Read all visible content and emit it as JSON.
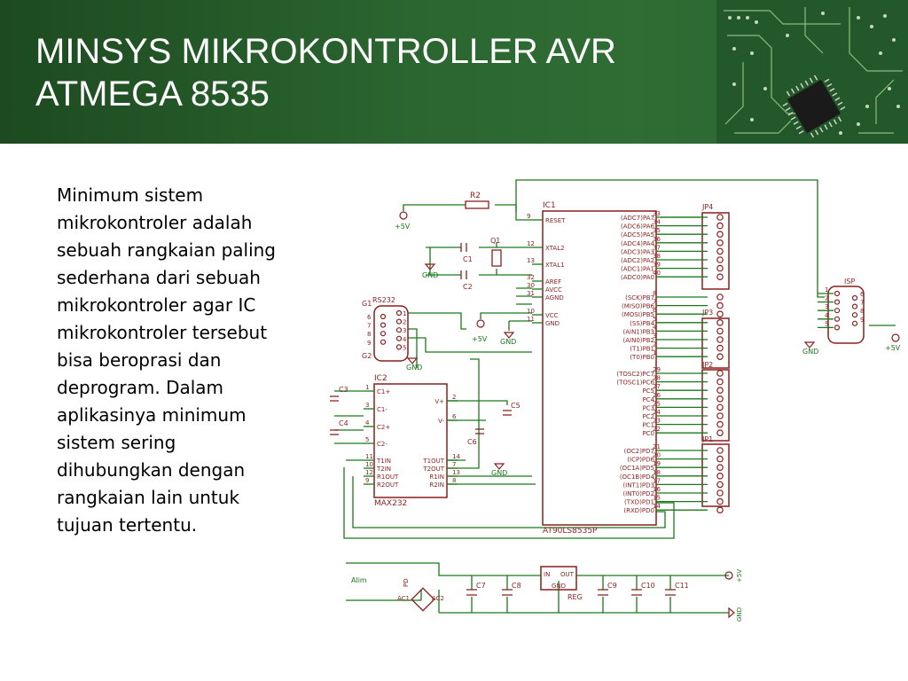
{
  "slide": {
    "title_line1": "MINSYS MIKROKONTROLLER AVR",
    "title_line2": "ATMEGA 8535",
    "body_text": "Minimum sistem mikrokontroler adalah sebuah rangkaian paling sederhana dari sebuah mikrokontroler agar IC mikrokontroler tersebut bisa beroprasi dan deprogram. Dalam aplikasinya minimum sistem sering dihubungkan dengan rangkaian lain untuk tujuan tertentu.",
    "header_color": "#2b6530",
    "wire_color": "#1a7a1a",
    "part_color": "#8a1e1e"
  },
  "schematic": {
    "ic1": {
      "name": "IC1",
      "part": "AT90LS8535P"
    },
    "ic2": {
      "name": "IC2",
      "part": "MAX232"
    },
    "connectors": {
      "jp4": "JP4",
      "jp3": "JP3",
      "jp2": "JP2",
      "jp1": "JP1",
      "isp": "ISP",
      "rs232": "RS232",
      "alim": "Alim"
    },
    "ic1_left_pins": [
      {
        "num": "9",
        "label": "RESET"
      },
      {
        "num": "12",
        "label": "XTAL2"
      },
      {
        "num": "13",
        "label": "XTAL1"
      },
      {
        "num": "32",
        "label": "AREF"
      },
      {
        "num": "30",
        "label": "AVCC"
      },
      {
        "num": "31",
        "label": "AGND"
      },
      {
        "num": "10",
        "label": "VCC"
      },
      {
        "num": "11",
        "label": "GND"
      }
    ],
    "port_a": [
      {
        "label": "(ADC7)PA7",
        "num": "33"
      },
      {
        "label": "(ADC6)PA6",
        "num": "34"
      },
      {
        "label": "(ADC5)PA5",
        "num": "35"
      },
      {
        "label": "(ADC4)PA4",
        "num": "36"
      },
      {
        "label": "(ADC3)PA3",
        "num": "37"
      },
      {
        "label": "(ADC2)PA2",
        "num": "38"
      },
      {
        "label": "(ADC1)PA1",
        "num": "39"
      },
      {
        "label": "(ADC0)PA0",
        "num": "40"
      }
    ],
    "port_b": [
      {
        "label": "(SCK)PB7",
        "num": "8"
      },
      {
        "label": "(MISO)PB6",
        "num": "7"
      },
      {
        "label": "(MOSI)PB5",
        "num": "6"
      },
      {
        "label": "(SS)PB4",
        "num": "5"
      },
      {
        "label": "(AIN1)PB3",
        "num": "4"
      },
      {
        "label": "(AIN0)PB2",
        "num": "3"
      },
      {
        "label": "(T1)PB1",
        "num": "2"
      },
      {
        "label": "(T0)PB0",
        "num": "1"
      }
    ],
    "port_c": [
      {
        "label": "(TOSC2)PC7",
        "num": "29"
      },
      {
        "label": "(TOSC1)PC6",
        "num": "28"
      },
      {
        "label": "PC5",
        "num": "27"
      },
      {
        "label": "PC4",
        "num": "26"
      },
      {
        "label": "PC3",
        "num": "25"
      },
      {
        "label": "PC2",
        "num": "24"
      },
      {
        "label": "PC1",
        "num": "23"
      },
      {
        "label": "PC0",
        "num": "22"
      }
    ],
    "port_d": [
      {
        "label": "(OC2)PD7",
        "num": "21"
      },
      {
        "label": "(ICP)PD6",
        "num": "20"
      },
      {
        "label": "(OC1A)PD5",
        "num": "19"
      },
      {
        "label": "(OC1B)PD4",
        "num": "18"
      },
      {
        "label": "(INT1)PD3",
        "num": "17"
      },
      {
        "label": "(INT0)PD2",
        "num": "16"
      },
      {
        "label": "(TXD)PD1",
        "num": "15"
      },
      {
        "label": "(RXD)PD0",
        "num": "14"
      }
    ],
    "ic2_left_pins": [
      {
        "label": "C1+",
        "num": "1"
      },
      {
        "label": "C1-",
        "num": "3"
      },
      {
        "label": "C2+",
        "num": "4"
      },
      {
        "label": "C2-",
        "num": "5"
      },
      {
        "label": "T1IN",
        "num": "11"
      },
      {
        "label": "T2IN",
        "num": "10"
      },
      {
        "label": "R1OUT",
        "num": "12"
      },
      {
        "label": "R2OUT",
        "num": "9"
      }
    ],
    "ic2_right_pins": [
      {
        "label": "V+",
        "num": "2"
      },
      {
        "label": "V-",
        "num": "6"
      },
      {
        "label": "T1OUT",
        "num": "14"
      },
      {
        "label": "T2OUT",
        "num": "7"
      },
      {
        "label": "R1IN",
        "num": "13"
      },
      {
        "label": "R2IN",
        "num": "8"
      }
    ],
    "rs232_pins": [
      "6",
      "7",
      "8",
      "9",
      "1",
      "2",
      "3",
      "4",
      "5"
    ],
    "isp_left_pins": [
      "1",
      "2",
      "3",
      "4",
      "5"
    ],
    "isp_right_pins": [
      "6",
      "7",
      "8",
      "9"
    ],
    "labels": {
      "r2": "R2",
      "c1": "C1",
      "c2": "C2",
      "q1": "Q1",
      "c3": "C3",
      "c4": "C4",
      "c5": "C5",
      "c6": "C6",
      "c7": "C7",
      "c8": "C8",
      "c9": "C9",
      "c10": "C10",
      "c11": "C11",
      "reg": "REG",
      "reg_in": "IN",
      "reg_out": "OUT",
      "reg_gnd": "GND",
      "pd": "PD",
      "g1": "G1",
      "g2": "G2",
      "ac1": "AC1",
      "ac2": "AC2",
      "vcc_plus5": "+5V",
      "gnd": "GND"
    }
  }
}
